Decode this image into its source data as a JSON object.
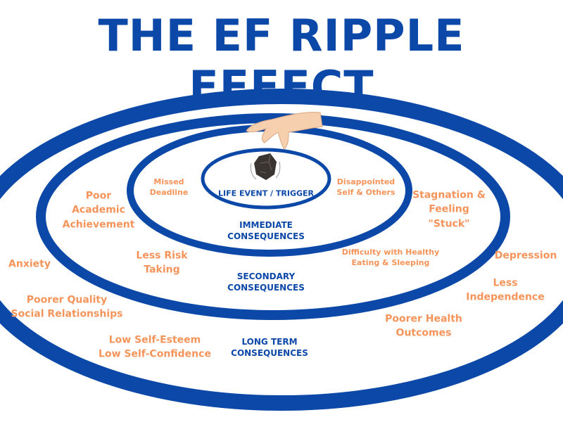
{
  "title": "THE EF RIPPLE EFFECT",
  "colors": {
    "blue": "#0b48a8",
    "orange": "#f5945a"
  },
  "center": {
    "label": "LIFE EVENT / TRIGGER",
    "icons": [
      "hand-icon",
      "rock-icon"
    ]
  },
  "immediate": {
    "heading": [
      "IMMEDIATE",
      "CONSEQUENCES"
    ],
    "items": [
      [
        "Missed",
        "Deadline"
      ],
      [
        "Disappointed",
        "Self & Others"
      ]
    ]
  },
  "secondary": {
    "heading": [
      "SECONDARY",
      "CONSEQUENCES"
    ],
    "items": [
      [
        "Poor",
        "Academic",
        "Achievement"
      ],
      [
        "Stagnation &",
        "Feeling",
        "\"Stuck\""
      ],
      [
        "Less Risk",
        "Taking"
      ],
      [
        "Difficulty with Healthy",
        "Eating & Sleeping"
      ]
    ]
  },
  "long_term": {
    "heading": [
      "LONG TERM",
      "CONSEQUENCES"
    ],
    "items": [
      [
        "Anxiety"
      ],
      [
        "Depression"
      ],
      [
        "Less",
        "Independence"
      ],
      [
        "Poorer Quality",
        "Social Relationships"
      ],
      [
        "Poorer Health",
        "Outcomes"
      ],
      [
        "Low Self-Esteem",
        "Low Self-Confidence"
      ]
    ]
  }
}
